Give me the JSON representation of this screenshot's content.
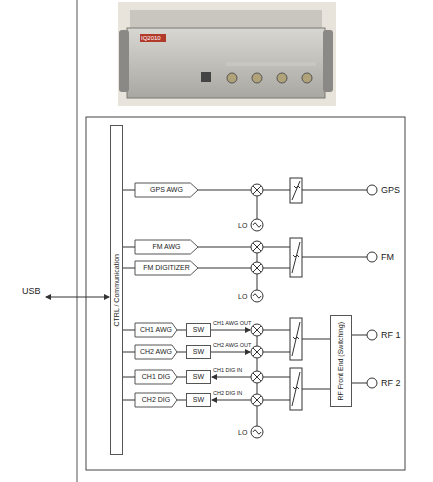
{
  "diagram": {
    "nodes": [
      {
        "text": [
          "CTRL / Communication"
        ]
      },
      {
        "text": [
          "GPS AWG"
        ]
      },
      {
        "text": [
          "FM AWG"
        ]
      },
      {
        "text": [
          "FM DIGITIZER"
        ]
      },
      {
        "text": [
          "CH1 AWG"
        ]
      },
      {
        "text": [
          "SW"
        ]
      },
      {
        "text": [
          "CH2 AWG"
        ]
      },
      {
        "text": [
          "SW"
        ]
      },
      {
        "text": [
          "CH1 DIG"
        ]
      },
      {
        "text": [
          "SW"
        ]
      },
      {
        "text": [
          "CH2 DIG"
        ]
      },
      {
        "text": [
          "SW"
        ]
      },
      {
        "text": [
          "RF Front End (Switching)"
        ]
      }
    ],
    "edges": [
      {
        "from": 0,
        "to": 1,
        "arrow": "none"
      },
      {
        "from": 0,
        "to": 2,
        "arrow": "none"
      },
      {
        "from": 0,
        "to": 3,
        "arrow": "none"
      },
      {
        "from": 0,
        "to": 4,
        "arrow": "none"
      },
      {
        "from": 0,
        "to": 6,
        "arrow": "none"
      },
      {
        "from": 0,
        "to": 8,
        "arrow": "none"
      },
      {
        "from": 0,
        "to": 10,
        "arrow": "none"
      },
      {
        "from": 4,
        "to": 5,
        "arrow": "none"
      },
      {
        "from": 6,
        "to": 7,
        "arrow": "none"
      },
      {
        "from": 8,
        "to": 9,
        "arrow": "none"
      },
      {
        "from": 10,
        "to": 11,
        "arrow": "none"
      }
    ],
    "labels": [
      "USB",
      "CH1 AWG OUT",
      "CH2 AWG OUT",
      "CH1 DIG IN",
      "CH2 DIG IN",
      "LO",
      "LO",
      "LO",
      "GPS",
      "FM",
      "RF 1",
      "RF 2",
      "IQ2010"
    ]
  }
}
